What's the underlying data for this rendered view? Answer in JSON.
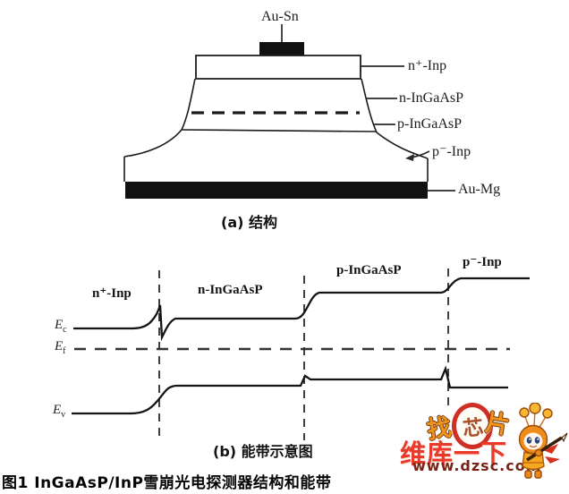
{
  "structure": {
    "top_contact_label": "Au-Sn",
    "layer_labels": [
      "n⁺-Inp",
      "n-InGaAsP",
      "p-InGaAsP",
      "p⁻-Inp",
      "Au-Mg"
    ],
    "caption": "(a) 结构"
  },
  "band_diagram": {
    "region_labels": [
      "n⁺-Inp",
      "n-InGaAsP",
      "p-InGaAsP",
      "p⁻-Inp"
    ],
    "energy_levels": [
      {
        "base": "E",
        "sub": "c"
      },
      {
        "base": "E",
        "sub": "f"
      },
      {
        "base": "E",
        "sub": "v"
      }
    ],
    "caption": "(b) 能带示意图"
  },
  "figure_caption": "图1 InGaAsP/InP雪崩光电探测器结构和能带",
  "watermark": {
    "brand_chars": [
      "找",
      "芯",
      "片"
    ],
    "tagline": "维库一下",
    "url": "www.dzsc.com",
    "colors": {
      "brand_orange": "#f0951c",
      "ring_red": "#cf2f24",
      "tagline_red": "#e8392b",
      "url_maroon": "#7a2418"
    }
  }
}
